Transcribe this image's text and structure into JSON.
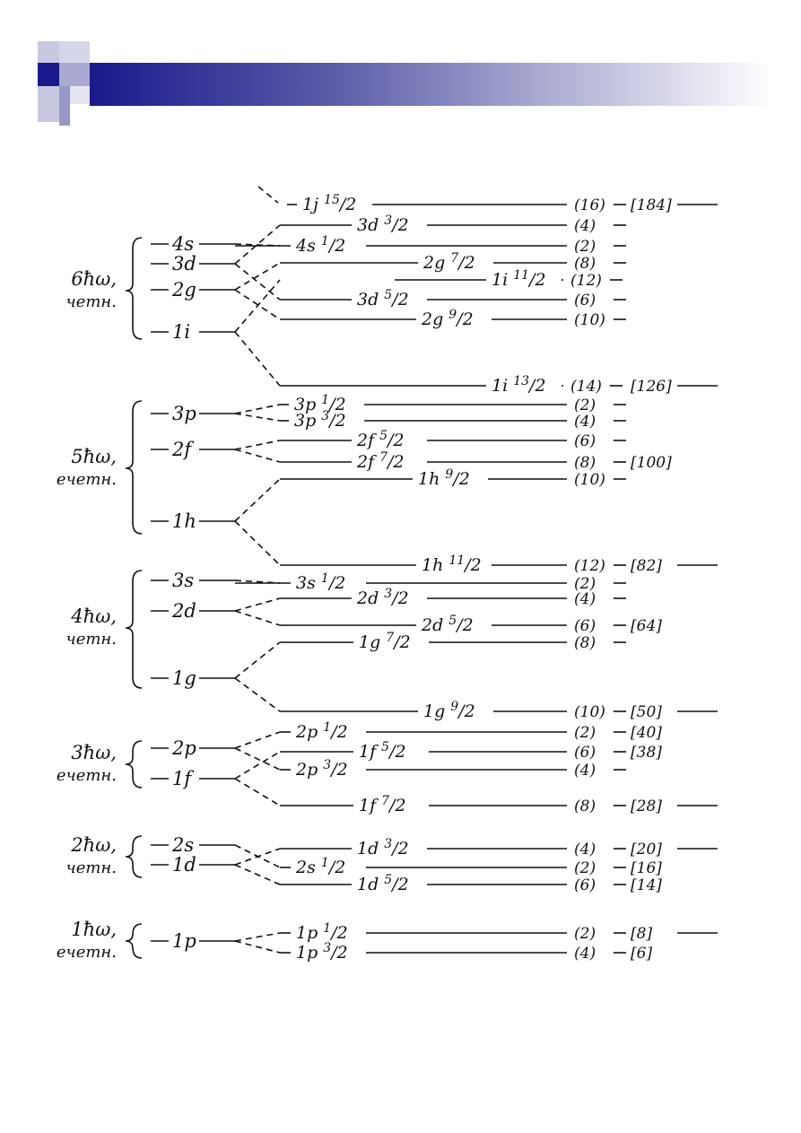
{
  "colors": {
    "banner_dark": "#1a1a8c",
    "banner_light": "#ffffff",
    "line": "#111111"
  },
  "shells": [
    {
      "energy": "6ħω,",
      "parity": "четн.",
      "orbitals": [
        {
          "label": "4s",
          "split": [
            "4s1/2"
          ]
        },
        {
          "label": "3d",
          "split": [
            "3d3/2",
            "3d5/2"
          ]
        },
        {
          "label": "2g",
          "split": [
            "2g7/2",
            "2g9/2"
          ]
        },
        {
          "label": "1i",
          "split": [
            "1i11/2",
            "1i13/2"
          ]
        }
      ]
    },
    {
      "energy": "5ħω,",
      "parity": "ечетн.",
      "orbitals": [
        {
          "label": "3p",
          "split": [
            "3p1/2",
            "3p3/2"
          ]
        },
        {
          "label": "2f",
          "split": [
            "2f5/2",
            "2f7/2"
          ]
        },
        {
          "label": "1h",
          "split": [
            "1h9/2",
            "1h11/2"
          ]
        }
      ]
    },
    {
      "energy": "4ħω,",
      "parity": "четн.",
      "orbitals": [
        {
          "label": "3s",
          "split": [
            "3s1/2"
          ]
        },
        {
          "label": "2d",
          "split": [
            "2d3/2",
            "2d5/2"
          ]
        },
        {
          "label": "1g",
          "split": [
            "1g7/2",
            "1g9/2"
          ]
        }
      ]
    },
    {
      "energy": "3ħω,",
      "parity": "ечетн.",
      "orbitals": [
        {
          "label": "2p",
          "split": [
            "2p1/2",
            "2p3/2"
          ]
        },
        {
          "label": "1f",
          "split": [
            "1f5/2",
            "1f7/2"
          ]
        }
      ]
    },
    {
      "energy": "2ħω,",
      "parity": "четн.",
      "orbitals": [
        {
          "label": "2s",
          "split": [
            "2s1/2"
          ]
        },
        {
          "label": "1d",
          "split": [
            "1d3/2",
            "1d5/2"
          ]
        }
      ]
    },
    {
      "energy": "1ħω,",
      "parity": "ечетн.",
      "orbitals": [
        {
          "label": "1p",
          "split": [
            "1p1/2",
            "1p3/2"
          ]
        }
      ]
    }
  ],
  "levels": [
    {
      "state": "1j15/2",
      "occupancy": "(16)",
      "magic": "[184]"
    },
    {
      "state": "3d3/2",
      "occupancy": "(4)",
      "magic": ""
    },
    {
      "state": "4s1/2",
      "occupancy": "(2)",
      "magic": ""
    },
    {
      "state": "2g7/2",
      "occupancy": "(8)",
      "magic": ""
    },
    {
      "state": "1i11/2",
      "occupancy": "(12)",
      "magic": ""
    },
    {
      "state": "3d5/2",
      "occupancy": "(6)",
      "magic": ""
    },
    {
      "state": "2g9/2",
      "occupancy": "(10)",
      "magic": ""
    },
    {
      "state": "1i13/2",
      "occupancy": "(14)",
      "magic": "[126]"
    },
    {
      "state": "3p1/2",
      "occupancy": "(2)",
      "magic": ""
    },
    {
      "state": "3p3/2",
      "occupancy": "(4)",
      "magic": ""
    },
    {
      "state": "2f5/2",
      "occupancy": "(6)",
      "magic": ""
    },
    {
      "state": "2f7/2",
      "occupancy": "(8)",
      "magic": "[100]"
    },
    {
      "state": "1h9/2",
      "occupancy": "(10)",
      "magic": ""
    },
    {
      "state": "1h11/2",
      "occupancy": "(12)",
      "magic": "[82]"
    },
    {
      "state": "3s1/2",
      "occupancy": "(2)",
      "magic": ""
    },
    {
      "state": "2d3/2",
      "occupancy": "(4)",
      "magic": ""
    },
    {
      "state": "2d5/2",
      "occupancy": "(6)",
      "magic": "[64]"
    },
    {
      "state": "1g7/2",
      "occupancy": "(8)",
      "magic": ""
    },
    {
      "state": "1g9/2",
      "occupancy": "(10)",
      "magic": "[50]"
    },
    {
      "state": "2p1/2",
      "occupancy": "(2)",
      "magic": "[40]"
    },
    {
      "state": "1f5/2",
      "occupancy": "(6)",
      "magic": "[38]"
    },
    {
      "state": "2p3/2",
      "occupancy": "(4)",
      "magic": ""
    },
    {
      "state": "1f7/2",
      "occupancy": "(8)",
      "magic": "[28]"
    },
    {
      "state": "1d3/2",
      "occupancy": "(4)",
      "magic": "[20]"
    },
    {
      "state": "2s1/2",
      "occupancy": "(2)",
      "magic": "[16]"
    },
    {
      "state": "1d5/2",
      "occupancy": "(6)",
      "magic": "[14]"
    },
    {
      "state": "1p1/2",
      "occupancy": "(2)",
      "magic": "[8]"
    },
    {
      "state": "1p3/2",
      "occupancy": "(4)",
      "magic": "[6]"
    }
  ]
}
